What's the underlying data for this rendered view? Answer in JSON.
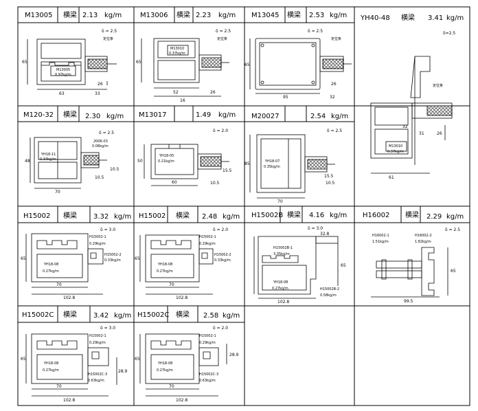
{
  "unit": "kg/m",
  "cells": [
    {
      "code": "M13005",
      "label": "横梁",
      "weight": "2.13",
      "delta": "δ = 2.5",
      "inner": "M13005",
      "inner_w": "0.97kg/m",
      "side": "定位条",
      "dims": [
        "63",
        "33",
        "26",
        "65"
      ]
    },
    {
      "code": "M13006",
      "label": "横梁",
      "weight": "2.23",
      "delta": "δ = 2.5",
      "inner": "M13010",
      "inner_w": "0.37kg/m",
      "side": "定位条",
      "dims": [
        "52",
        "26",
        "16",
        "65"
      ]
    },
    {
      "code": "M13045",
      "label": "横梁",
      "weight": "2.53",
      "delta": "δ = 2.5",
      "inner": "",
      "inner_w": "",
      "side": "定位条",
      "dims": [
        "95",
        "32",
        "26",
        "65"
      ]
    },
    {
      "code": "YH40-48",
      "label": "横梁",
      "weight": "3.41",
      "delta": "δ=2.5",
      "inner": "M13010",
      "inner_w": "0.37kg/m",
      "side": "定位条",
      "dims": [
        "61",
        "26",
        "32",
        "31"
      ]
    },
    {
      "code": "M120-32",
      "label": "横梁",
      "weight": "2.30",
      "delta": "δ = 2.5",
      "inner": "YH18-11",
      "inner_w": "0.34kg/m",
      "side": "2006-03",
      "side_w": "0.06kg/m",
      "dims": [
        "70",
        "10.5",
        "48",
        "10.5"
      ]
    },
    {
      "code": "M13017",
      "label": "",
      "weight": "1.49",
      "delta": "δ = 2.0",
      "inner": "YH18-05",
      "inner_w": "0.21kg/m",
      "dims": [
        "60",
        "10.5",
        "50",
        "15.5"
      ]
    },
    {
      "code": "M20027",
      "label": "",
      "weight": "2.54",
      "delta": "δ = 2.5",
      "inner": "YH18-07",
      "inner_w": "0.35kg/m",
      "dims": [
        "70",
        "15.5",
        "10.5",
        "85"
      ]
    },
    {
      "code": "H15002",
      "label": "横梁",
      "weight": "3.32",
      "delta": "δ = 3.0",
      "top": "H15002-1",
      "top_w": "0.29kg/m",
      "inner": "YH18-08",
      "inner_w": "0.27kg/m",
      "right": "H15002-2",
      "right_w": "0.33kg/m",
      "dims": [
        "70",
        "102.8",
        "65"
      ]
    },
    {
      "code": "H15002",
      "label": "横梁",
      "weight": "2.48",
      "delta": "δ = 2.0",
      "top": "H15002-1",
      "top_w": "0.29kg/m",
      "inner": "YH18-08",
      "inner_w": "0.27kg/m",
      "right": "H15002-2",
      "right_w": "0.33kg/m",
      "dims": [
        "70",
        "102.8",
        "65"
      ]
    },
    {
      "code": "H15002B",
      "label": "横梁",
      "weight": "4.16",
      "delta": "δ = 3.0",
      "top": "H15002B-1",
      "top_w": "3.35kg/m",
      "inner": "YH18-08",
      "inner_w": "0.27kg/m",
      "bottom": "H15002B-2",
      "bottom_w": "0.58kg/m",
      "dims": [
        "32.8",
        "102.8",
        "65"
      ]
    },
    {
      "code": "H16002",
      "label": "横梁",
      "weight": "2.29",
      "delta": "δ = 2.5",
      "top": "H16002-1",
      "top_w": "1.51kg/m",
      "right": "H16002-2",
      "right_w": "1.82kg/m",
      "dims": [
        "99.5",
        "65"
      ]
    },
    {
      "code": "H15002C",
      "label": "横梁",
      "weight": "3.42",
      "delta": "δ = 3.0",
      "top": "H15002-1",
      "top_w": "0.29kg/m",
      "inner": "YH18-08",
      "inner_w": "0.27kg/m",
      "right": "H15002C-3",
      "right_w": "0.63kg/m",
      "dims": [
        "70",
        "102.8",
        "65",
        "28.9"
      ]
    },
    {
      "code": "H15002C",
      "label": "横梁",
      "weight": "2.58",
      "delta": "δ = 2.0",
      "top": "H15002-1",
      "top_w": "0.29kg/m",
      "inner": "YH18-08",
      "inner_w": "0.27kg/m",
      "right": "H15002C-3",
      "right_w": "0.63kg/m",
      "dims": [
        "70",
        "102.8",
        "65",
        "28.9"
      ]
    }
  ]
}
